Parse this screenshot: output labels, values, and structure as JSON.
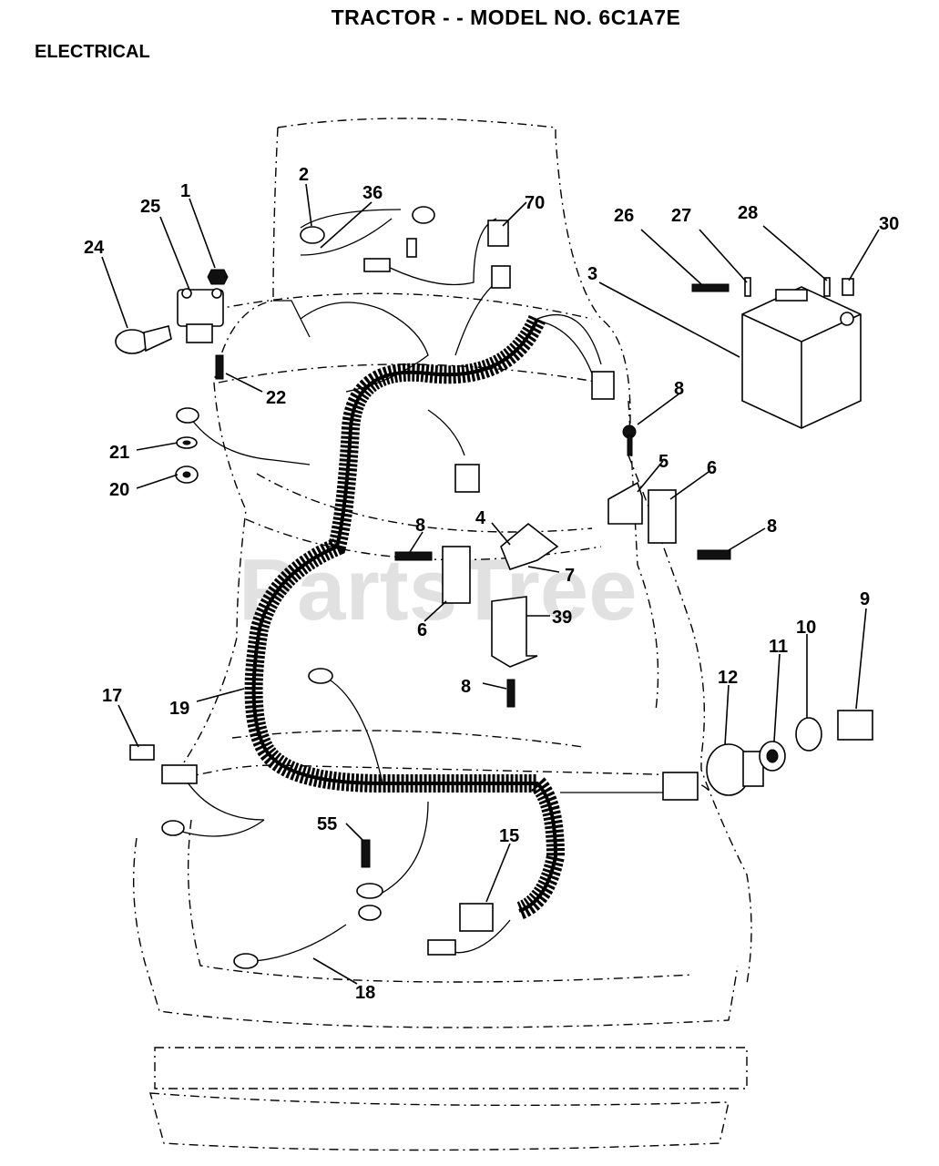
{
  "header": {
    "title": "TRACTOR - - MODEL NO. 6C1A7E",
    "section": "ELECTRICAL"
  },
  "watermark": "PartsTree",
  "callouts": {
    "c1": "1",
    "c2": "2",
    "c3": "3",
    "c4": "4",
    "c5": "5",
    "c6a": "6",
    "c6b": "6",
    "c7": "7",
    "c8a": "8",
    "c8b": "8",
    "c8c": "8",
    "c8d": "8",
    "c9": "9",
    "c10": "10",
    "c11": "11",
    "c12": "12",
    "c15": "15",
    "c17": "17",
    "c18": "18",
    "c19": "19",
    "c20": "20",
    "c21": "21",
    "c22": "22",
    "c24": "24",
    "c25": "25",
    "c26": "26",
    "c27": "27",
    "c28": "28",
    "c30": "30",
    "c36": "36",
    "c39": "39",
    "c55": "55",
    "c70": "70"
  }
}
